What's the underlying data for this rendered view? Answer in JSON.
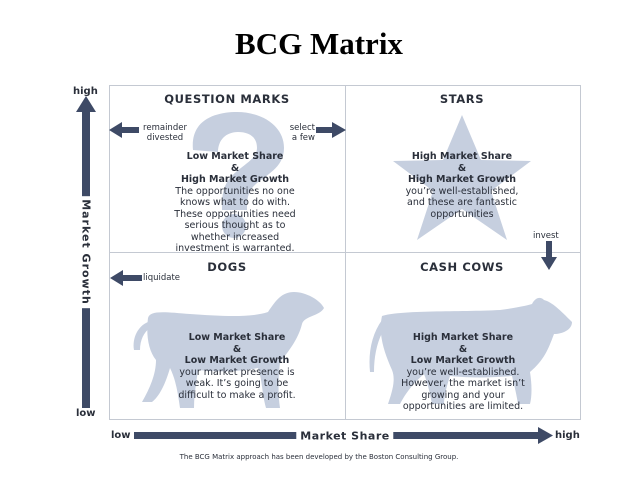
{
  "title": "BCG Matrix",
  "axes": {
    "y_label": "Market Growth",
    "y_high": "high",
    "y_low": "low",
    "x_label": "Market Share",
    "x_low": "low",
    "x_high": "high"
  },
  "quadrants": {
    "question_marks": {
      "title": "QUESTION MARKS",
      "line1": "Low Market Share",
      "amp": "&",
      "line2": "High Market Growth",
      "desc": [
        "The opportunities no one",
        "knows what to do with.",
        "These opportunities need",
        "serious thought as to",
        "whether increased",
        "investment is warranted."
      ]
    },
    "stars": {
      "title": "STARS",
      "line1": "High Market Share",
      "amp": "&",
      "line2": "High Market Growth",
      "desc": [
        "you’re well-established,",
        "and these are fantastic",
        "opportunities"
      ]
    },
    "dogs": {
      "title": "DOGS",
      "line1": "Low Market Share",
      "amp": "&",
      "line2": "Low Market Growth",
      "desc": [
        "your market presence is",
        "weak. It’s going to be",
        "difficult to make a profit."
      ]
    },
    "cash_cows": {
      "title": "CASH COWS",
      "line1": "High Market Share",
      "amp": "&",
      "line2": "Low Market Growth",
      "desc": [
        "you’re well-established.",
        "However, the market isn’t",
        "growing and your",
        "opportunities are limited."
      ]
    }
  },
  "annotations": {
    "remainder": [
      "remainder",
      "divested"
    ],
    "select": [
      "select",
      "a few"
    ],
    "invest": "invest",
    "liquidate": "liquidate"
  },
  "footnote": "The BCG Matrix approach has been developed by the Boston Consulting Group.",
  "colors": {
    "arrow": "#3e4a66",
    "silhouette": "#c6cfdf",
    "grid": "#c4c9d2"
  },
  "icons": [
    "question-mark-icon",
    "star-icon",
    "dog-icon",
    "cow-icon"
  ]
}
